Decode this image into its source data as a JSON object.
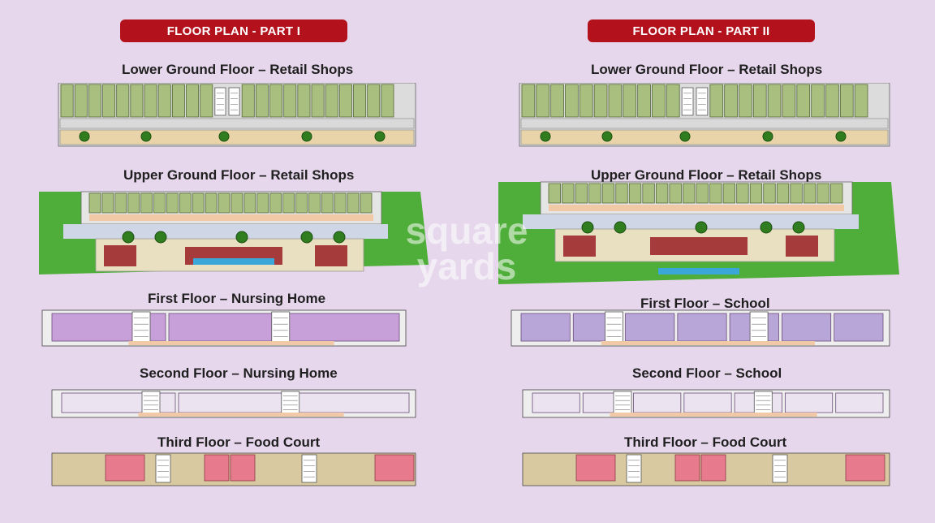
{
  "headers": {
    "left": "FLOOR PLAN - PART I",
    "right": "FLOOR PLAN - PART II"
  },
  "part1": {
    "lower_ground": "Lower Ground Floor – Retail Shops",
    "upper_ground": "Upper Ground Floor – Retail Shops",
    "first": "First Floor – Nursing Home",
    "second": "Second Floor – Nursing Home",
    "third": "Third Floor – Food Court"
  },
  "part2": {
    "lower_ground": "Lower Ground Floor – Retail Shops",
    "upper_ground": "Upper Ground Floor – Retail Shops",
    "first": "First Floor – School",
    "second": "Second Floor – School",
    "third": "Third Floor – Food Court"
  },
  "watermark": {
    "line1": "square",
    "line2": "yards"
  },
  "colors": {
    "badge": "#b3121d",
    "background": "#e6d7ec",
    "shop_green": "#a9bf7f",
    "nursing_purple": "#c8a0d9",
    "school_purple": "#b9a6d8",
    "food_pink": "#e77a8c",
    "corridor": "#f2c9a6",
    "lawn": "#4fae3a"
  }
}
